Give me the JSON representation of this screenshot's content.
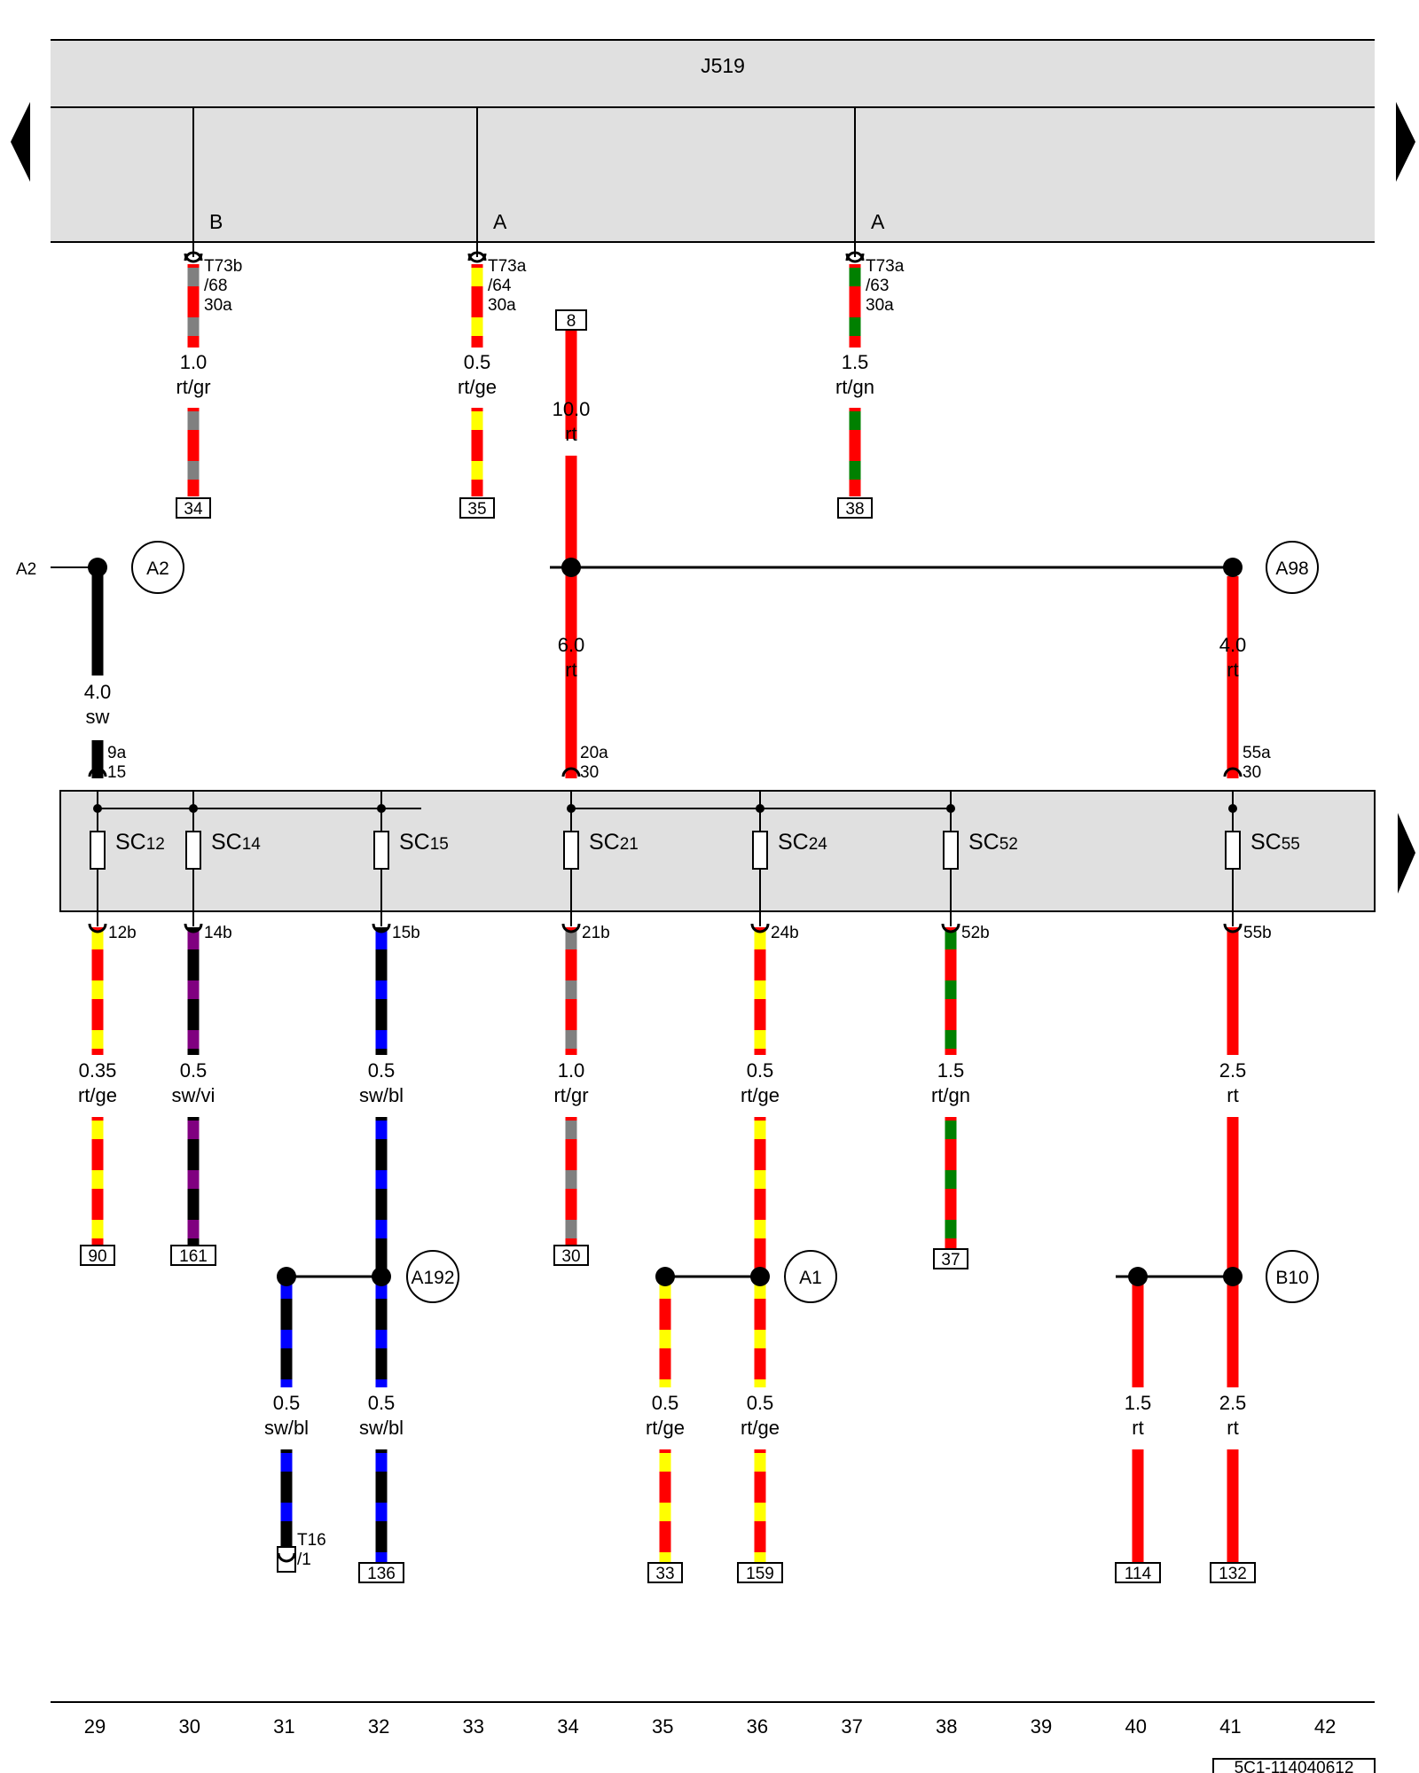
{
  "unit": {
    "name": "J519"
  },
  "nav": {
    "left_arrow": "arrow-left-icon",
    "right_arrow": "arrow-right-icon",
    "right_arrow_fusebox": "arrow-right-icon"
  },
  "connector_pins_top": [
    {
      "group": "B",
      "pin": "T73b\n/68\n30a",
      "size": "1.0",
      "color": "rt/gr",
      "dest": "34",
      "main": "#ff0000",
      "stripe": "#808080"
    },
    {
      "group": "A",
      "pin": "T73a\n/64\n30a",
      "size": "0.5",
      "color": "rt/ge",
      "dest": "35",
      "main": "#ff0000",
      "stripe": "#ffff00"
    },
    {
      "group": "A",
      "pin": "T73a\n/63\n30a",
      "size": "1.5",
      "color": "rt/gn",
      "dest": "38",
      "main": "#ff0000",
      "stripe": "#008000"
    }
  ],
  "feed": {
    "from": "8",
    "size": "10.0",
    "color": "rt"
  },
  "left_feed": {
    "side_label": "A2",
    "node": "A2",
    "size": "4.0",
    "color": "sw",
    "pin_top": "9a",
    "pin_bottom": "15"
  },
  "mid_feed": {
    "size": "6.0",
    "color": "rt",
    "pin_top": "20a",
    "pin_bottom": "30"
  },
  "right_feed": {
    "node": "A98",
    "size": "4.0",
    "color": "rt",
    "pin_top": "55a",
    "pin_bottom": "30"
  },
  "fuses": [
    {
      "name": "SC",
      "num": "12"
    },
    {
      "name": "SC",
      "num": "14"
    },
    {
      "name": "SC",
      "num": "15"
    },
    {
      "name": "SC",
      "num": "21"
    },
    {
      "name": "SC",
      "num": "24"
    },
    {
      "name": "SC",
      "num": "52"
    },
    {
      "name": "SC",
      "num": "55"
    }
  ],
  "outputs": [
    {
      "pin": "12b",
      "size": "0.35",
      "color": "rt/ge",
      "dest": "90",
      "main": "#ff0000",
      "stripe": "#ffff00"
    },
    {
      "pin": "14b",
      "size": "0.5",
      "color": "sw/vi",
      "dest": "161",
      "main": "#000000",
      "stripe": "#800080"
    },
    {
      "pin": "15b",
      "size": "0.5",
      "color": "sw/bl",
      "dest": "",
      "main": "#000000",
      "stripe": "#0000ff"
    },
    {
      "pin": "21b",
      "size": "1.0",
      "color": "rt/gr",
      "dest": "30",
      "main": "#ff0000",
      "stripe": "#808080"
    },
    {
      "pin": "24b",
      "size": "0.5",
      "color": "rt/ge",
      "dest": "",
      "main": "#ff0000",
      "stripe": "#ffff00"
    },
    {
      "pin": "52b",
      "size": "1.5",
      "color": "rt/gn",
      "dest": "37",
      "main": "#ff0000",
      "stripe": "#008000"
    },
    {
      "pin": "55b",
      "size": "2.5",
      "color": "rt",
      "dest": "",
      "main": "#ff0000",
      "stripe": ""
    }
  ],
  "splices": {
    "a192": "A192",
    "a1": "A1",
    "b10": "B10"
  },
  "branches": [
    {
      "size": "0.5",
      "color": "sw/bl",
      "dest": "T16\n/1"
    },
    {
      "size": "0.5",
      "color": "sw/bl",
      "dest": "136"
    },
    {
      "size": "0.5",
      "color": "rt/ge",
      "dest": "33"
    },
    {
      "size": "0.5",
      "color": "rt/ge",
      "dest": "159"
    },
    {
      "size": "1.5",
      "color": "rt",
      "dest": "114"
    },
    {
      "size": "2.5",
      "color": "rt",
      "dest": "132"
    }
  ],
  "track_numbers": [
    "29",
    "30",
    "31",
    "32",
    "33",
    "34",
    "35",
    "36",
    "37",
    "38",
    "39",
    "40",
    "41",
    "42"
  ],
  "doc_id": "5C1-114040612"
}
